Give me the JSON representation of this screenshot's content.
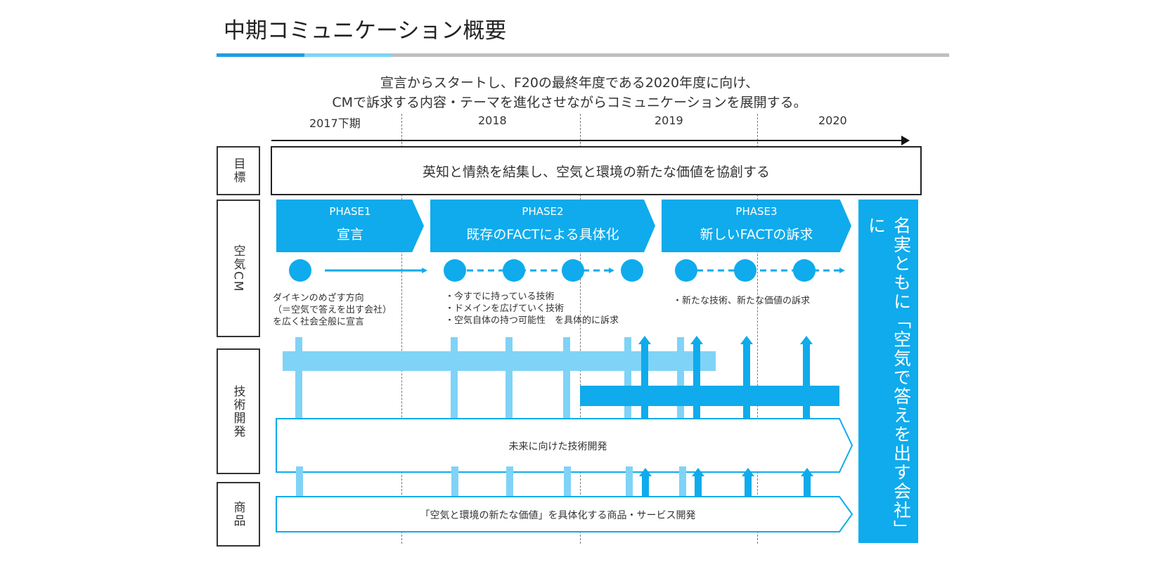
{
  "title": "中期コミュニケーション概要",
  "intro": {
    "line1": "宣言からスタートし、F20の最終年度である2020年度に向け、",
    "line2": "CMで訴求する内容・テーマを進化させながらコミュニケーションを展開する。"
  },
  "timeline": {
    "periods": [
      "2017下期",
      "2018",
      "2019",
      "2020"
    ]
  },
  "rows": {
    "goal": "目標",
    "cm": "空気CM",
    "tech": "技術開発",
    "product": "商品"
  },
  "goal_text": "英知と情熱を結集し、空気と環境の新たな価値を協創する",
  "phases": [
    {
      "label": "PHASE1",
      "title": "宣言"
    },
    {
      "label": "PHASE2",
      "title": "既存のFACTによる具体化"
    },
    {
      "label": "PHASE3",
      "title": "新しいFACTの訴求"
    }
  ],
  "notes": {
    "phase1": [
      "ダイキンのめざす方向",
      "（＝空気で答えを出す会社）",
      "を広く社会全般に宣言"
    ],
    "phase2": [
      "・今すでに持っている技術",
      "・ドメインを広げていく技術",
      "・空気自体の持つ可能性　を具体的に訴求"
    ],
    "phase3": [
      "・新たな技術、新たな価値の訴求"
    ]
  },
  "slogan": "名実ともに「空気で答えを出す会社」に",
  "tech_band": "未来に向けた技術開発",
  "product_band": "「空気と環境の新たな価値」を具体化する商品・サービス開発",
  "colors": {
    "accent": "#0fabec",
    "light": "#7fd3f7",
    "dark_blue": "#1f9de3",
    "rule": "#bfbfbf"
  }
}
